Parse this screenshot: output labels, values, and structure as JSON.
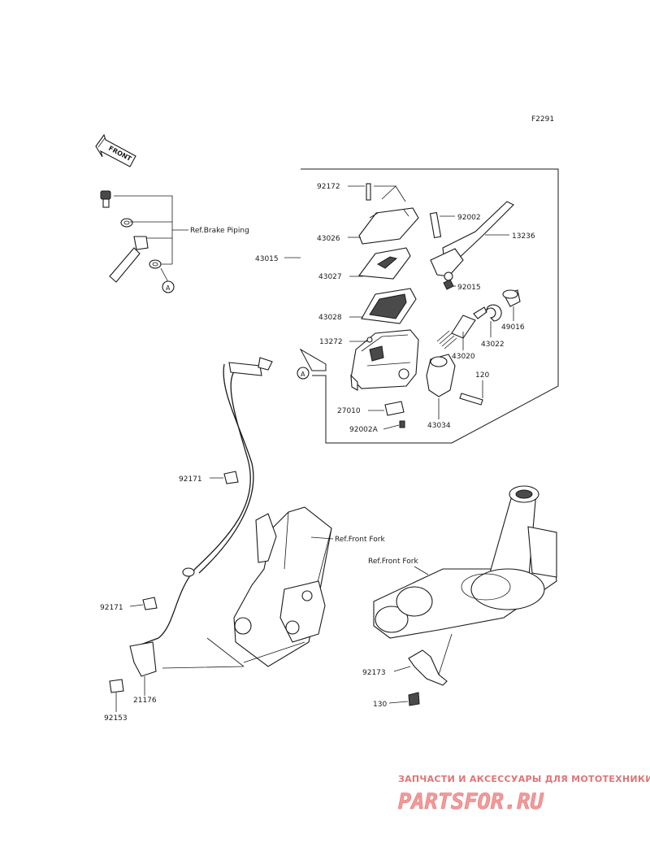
{
  "diagram_id": "F2291",
  "front_arrow_text": "FRONT",
  "callout_letter": "A",
  "refs": {
    "brake_piping": "Ref.Brake Piping",
    "front_fork_1": "Ref.Front Fork",
    "front_fork_2": "Ref.Front Fork"
  },
  "labels": {
    "p92172": "92172",
    "p43026": "43026",
    "p43015": "43015",
    "p43027": "43027",
    "p43028": "43028",
    "p13272": "13272",
    "p92002": "92002",
    "p13236": "13236",
    "p92015": "92015",
    "p49016": "49016",
    "p43022": "43022",
    "p43020": "43020",
    "p120": "120",
    "p27010": "27010",
    "p92002A": "92002A",
    "p43034": "43034",
    "p92171a": "92171",
    "p92171b": "92171",
    "p21176": "21176",
    "p92153": "92153",
    "p92173": "92173",
    "p130": "130"
  },
  "watermark": {
    "tagline": "ЗАПЧАСТИ И АКСЕССУАРЫ ДЛЯ МОТОТЕХНИКИ",
    "brand": "PARTSFOR.RU"
  }
}
